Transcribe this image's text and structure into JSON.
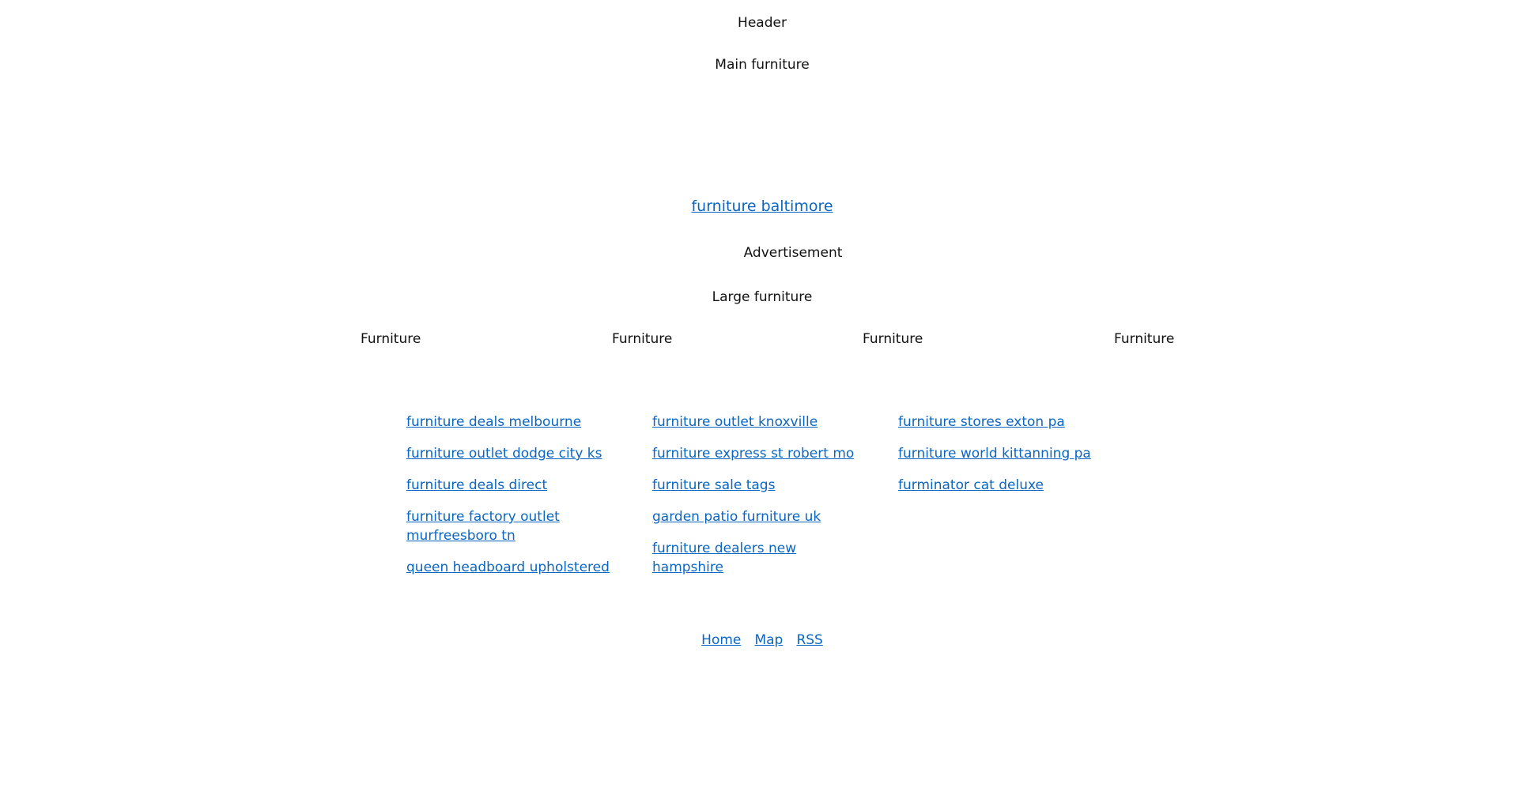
{
  "header": {
    "label": "Header"
  },
  "main": {
    "label": "Main furniture"
  },
  "featured_link": {
    "label": "furniture baltimore"
  },
  "advertisement": {
    "label": "Advertisement"
  },
  "large": {
    "label": "Large furniture"
  },
  "furniture_row": [
    "Furniture",
    "Furniture",
    "Furniture",
    "Furniture"
  ],
  "link_columns": [
    [
      "furniture deals melbourne",
      "furniture outlet dodge city ks",
      "furniture deals direct",
      "furniture factory outlet murfreesboro tn",
      "queen headboard upholstered"
    ],
    [
      "furniture outlet knoxville",
      "furniture express st robert mo",
      "furniture sale tags",
      "garden patio furniture uk",
      "furniture dealers new hampshire"
    ],
    [
      "furniture stores exton pa",
      "furniture world kittanning pa",
      "furminator cat deluxe"
    ]
  ],
  "footer": {
    "links": [
      "Home",
      "Map",
      "RSS"
    ]
  }
}
